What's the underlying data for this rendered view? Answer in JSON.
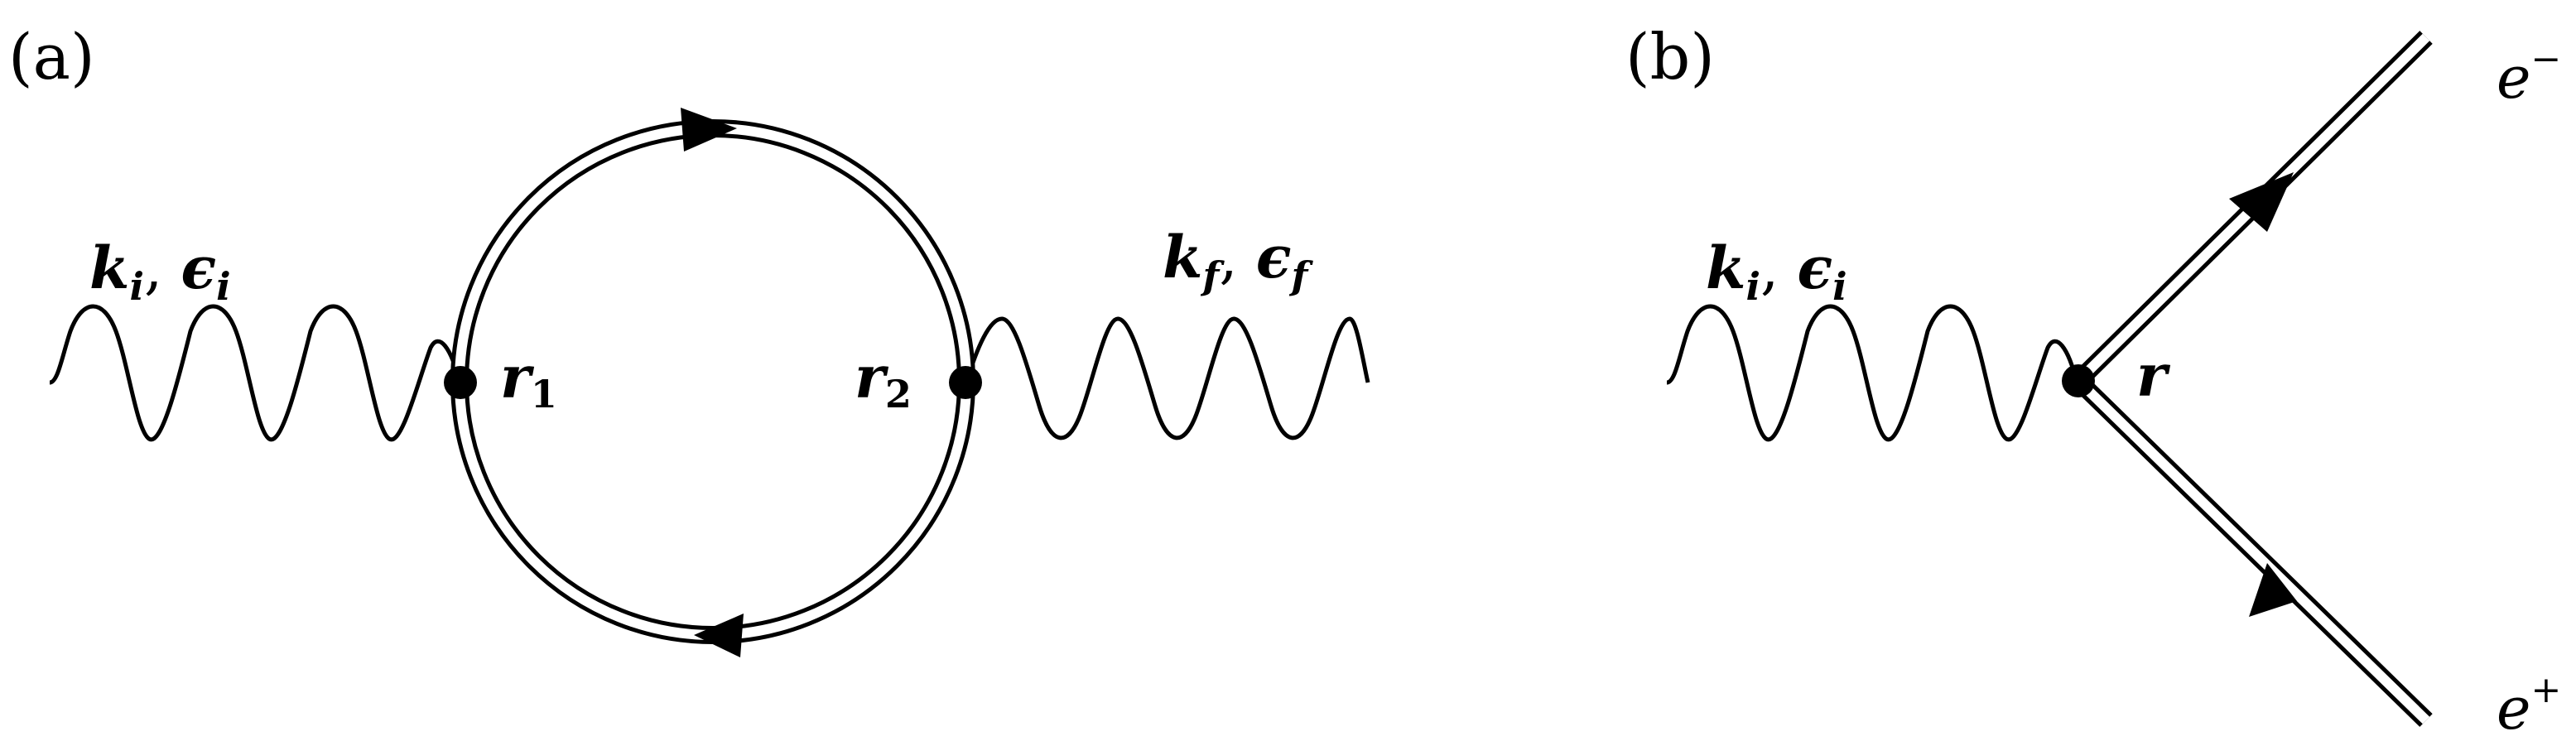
{
  "panels": {
    "a": {
      "label": "(a)",
      "incoming_photon": {
        "k": "k",
        "k_sub": "i",
        "sep": ", ",
        "eps": "ϵ",
        "eps_sub": "i"
      },
      "outgoing_photon": {
        "k": "k",
        "k_sub": "f",
        "sep": ", ",
        "eps": "ϵ",
        "eps_sub": "f"
      },
      "vertex_1": {
        "symbol": "r",
        "sub": "1"
      },
      "vertex_2": {
        "symbol": "r",
        "sub": "2"
      }
    },
    "b": {
      "label": "(b)",
      "incoming_photon": {
        "k": "k",
        "k_sub": "i",
        "sep": ", ",
        "eps": "ϵ",
        "eps_sub": "i"
      },
      "vertex": {
        "symbol": "r"
      },
      "electron": {
        "symbol": "e",
        "sign": "−"
      },
      "positron": {
        "symbol": "e",
        "sign": "+"
      }
    }
  },
  "colors": {
    "line": "#000000",
    "background": "#ffffff"
  },
  "elements": {
    "photon_line": "wavy-line",
    "fermion_line": "double-line",
    "vertex_marker": "filled-circle",
    "direction_marker": "filled-triangle-arrow"
  }
}
